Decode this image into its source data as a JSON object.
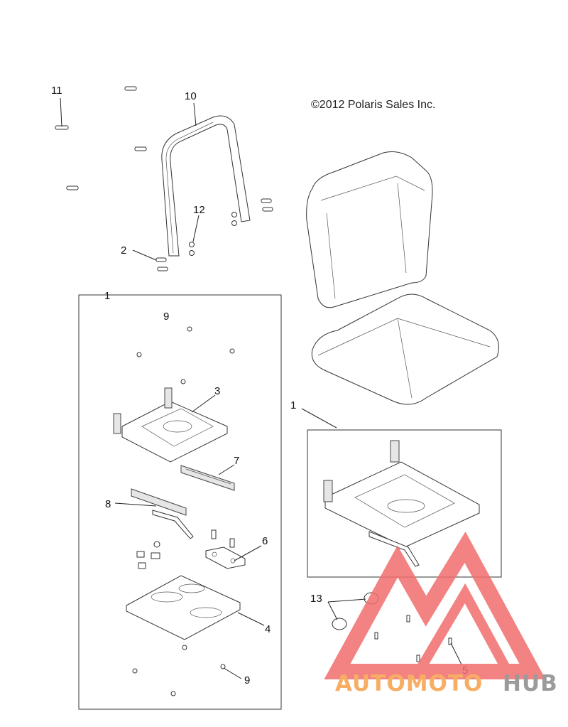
{
  "copyright": "©2012 Polaris Sales Inc.",
  "callouts": [
    {
      "id": "c11",
      "text": "11"
    },
    {
      "id": "c10",
      "text": "10"
    },
    {
      "id": "c12",
      "text": "12"
    },
    {
      "id": "c2",
      "text": "2"
    },
    {
      "id": "c1a",
      "text": "1"
    },
    {
      "id": "c9a",
      "text": "9"
    },
    {
      "id": "c3",
      "text": "3"
    },
    {
      "id": "c7",
      "text": "7"
    },
    {
      "id": "c8",
      "text": "8"
    },
    {
      "id": "c6",
      "text": "6"
    },
    {
      "id": "c4",
      "text": "4"
    },
    {
      "id": "c9b",
      "text": "9"
    },
    {
      "id": "c1b",
      "text": "1"
    },
    {
      "id": "c13",
      "text": "13"
    },
    {
      "id": "c5",
      "text": "5"
    }
  ],
  "watermark": {
    "part1": "AUTOMOTO",
    "part2": "HUB",
    "colors": {
      "triangle": "#f26d6d",
      "auto": "#f6a04a",
      "hub": "#8a8a8a"
    }
  }
}
